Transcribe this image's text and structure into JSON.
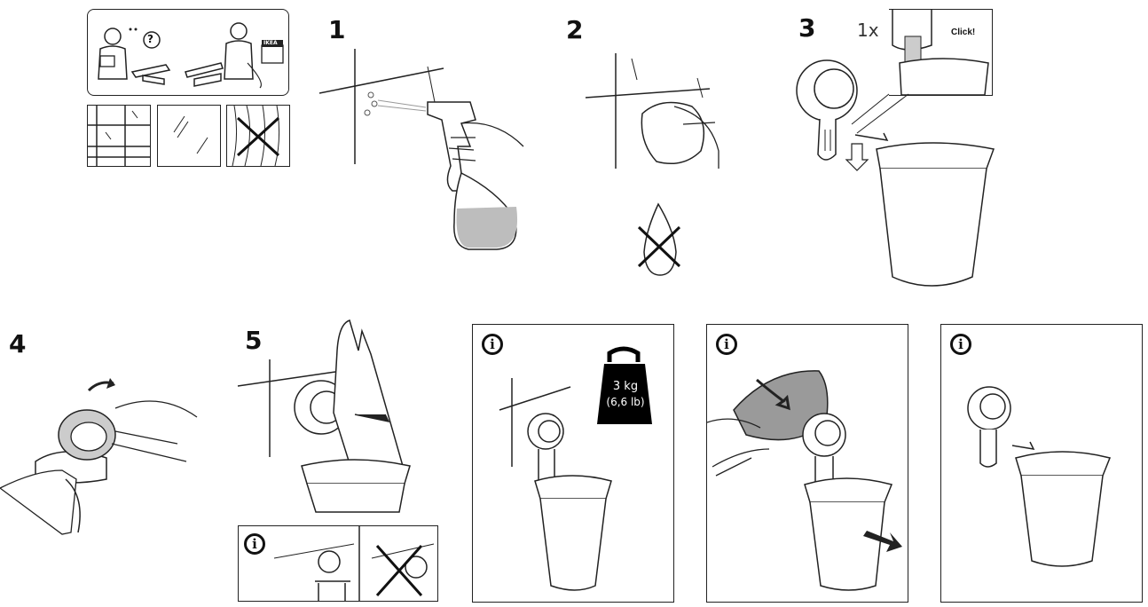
{
  "steps": {
    "s1": "1",
    "s2": "2",
    "s3": "3",
    "s4": "4",
    "s5": "5"
  },
  "step3": {
    "quantity": "1x",
    "click_text": "Click!"
  },
  "intro": {
    "brand_sign": "IKEA",
    "help_symbol": "?"
  },
  "info_panels": {
    "info_symbol": "i",
    "weight_line1": "3 kg",
    "weight_line2": "(6,6 lb)"
  },
  "colors": {
    "ink": "#111111",
    "liquid": "#bdbdbd",
    "card": "#9a9a9a",
    "weight": "#000000"
  }
}
